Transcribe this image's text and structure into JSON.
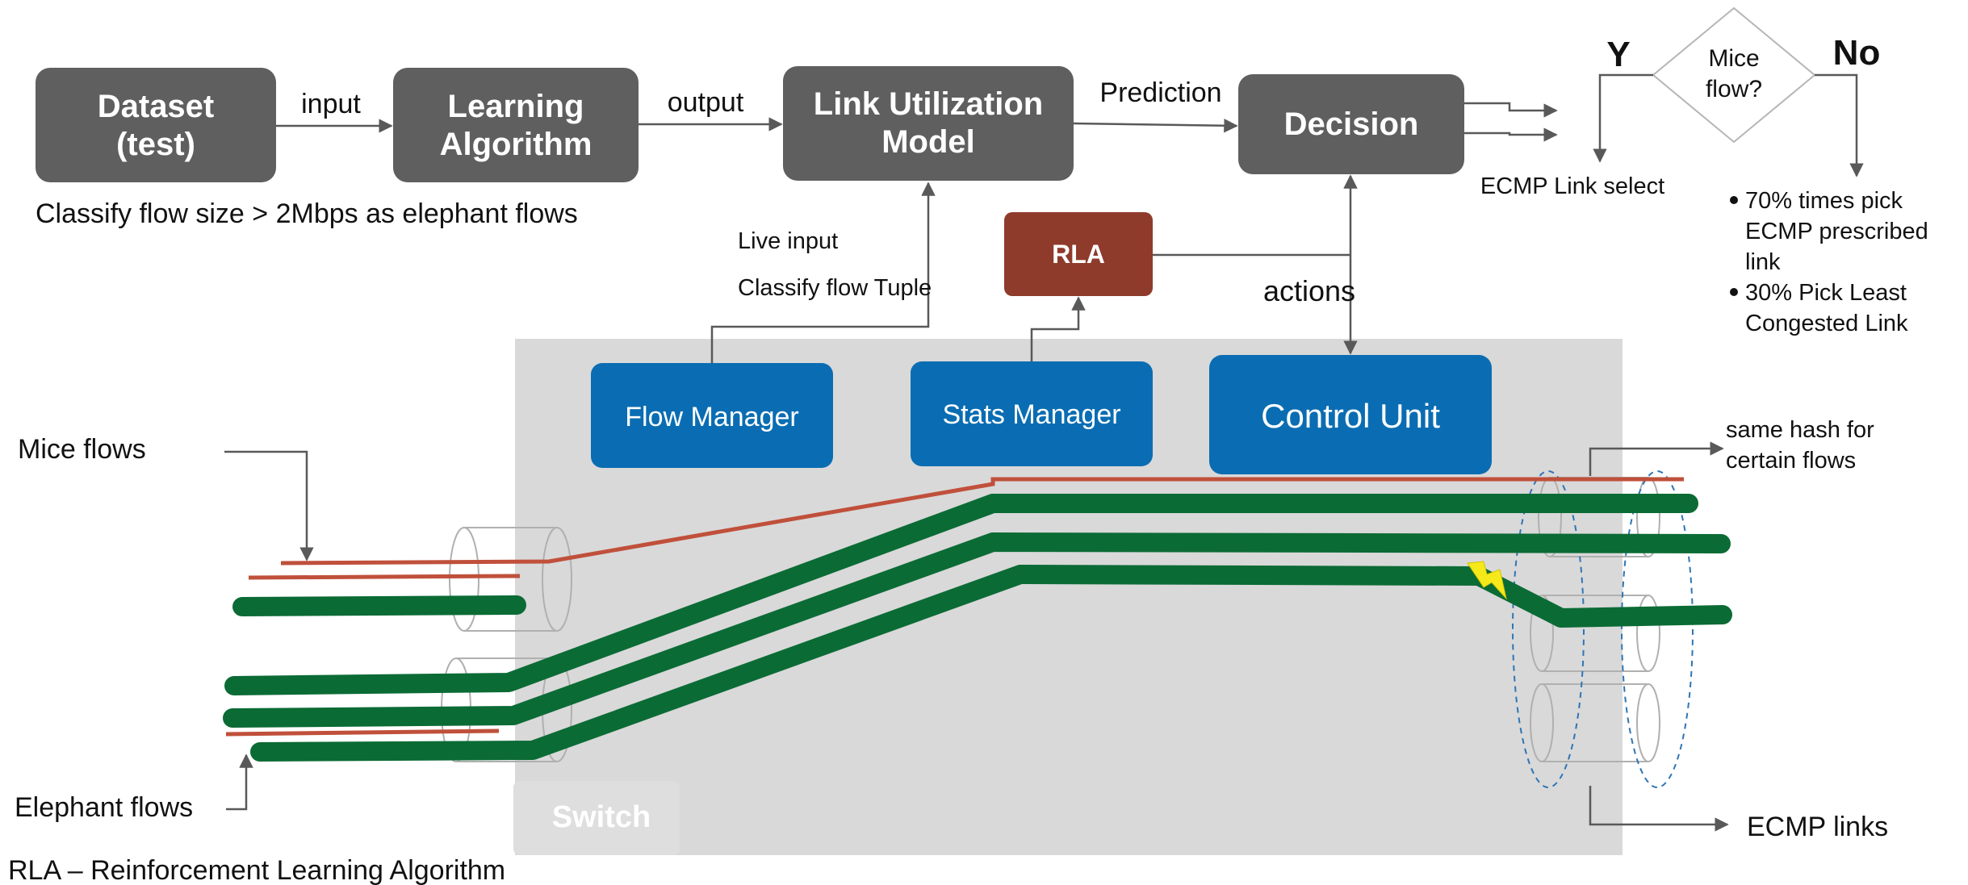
{
  "nodes": {
    "dataset": [
      "Dataset",
      "(test)"
    ],
    "learning": [
      "Learning",
      "Algorithm"
    ],
    "model": [
      "Link Utilization",
      "Model"
    ],
    "decision": "Decision",
    "rla": "RLA",
    "flow_manager": "Flow Manager",
    "stats_manager": "Stats Manager",
    "control_unit": "Control Unit",
    "switch": "Switch",
    "mice_diamond": [
      "Mice",
      "flow?"
    ]
  },
  "edges": {
    "input": "input",
    "output": "output",
    "prediction": "Prediction",
    "actions": "actions",
    "live_input": "Live input",
    "classify_tuple": "Classify flow Tuple"
  },
  "decision_branch": {
    "yes": "Y",
    "no": "No",
    "yes_result": "ECMP Link select",
    "no_results": [
      "70% times pick",
      "ECMP prescribed",
      "link",
      "30% Pick Least",
      "Congested Link"
    ]
  },
  "notes": {
    "classify": "Classify flow size > 2Mbps as elephant flows",
    "mice_flows": "Mice flows",
    "elephant_flows": "Elephant flows",
    "same_hash": [
      "same hash for",
      "certain flows"
    ],
    "ecmp_links": "ECMP links",
    "legend": "RLA – Reinforcement Learning Algorithm"
  },
  "colors": {
    "dark_box": "#5f5f5f",
    "blue_box": "#0a6db3",
    "rla_box": "#8f3b2c",
    "elephant_flow": "#0b6b35",
    "mice_flow": "#c0503b",
    "switch_bg": "#d9d9d9",
    "fault_bolt": "#f5e91a"
  }
}
